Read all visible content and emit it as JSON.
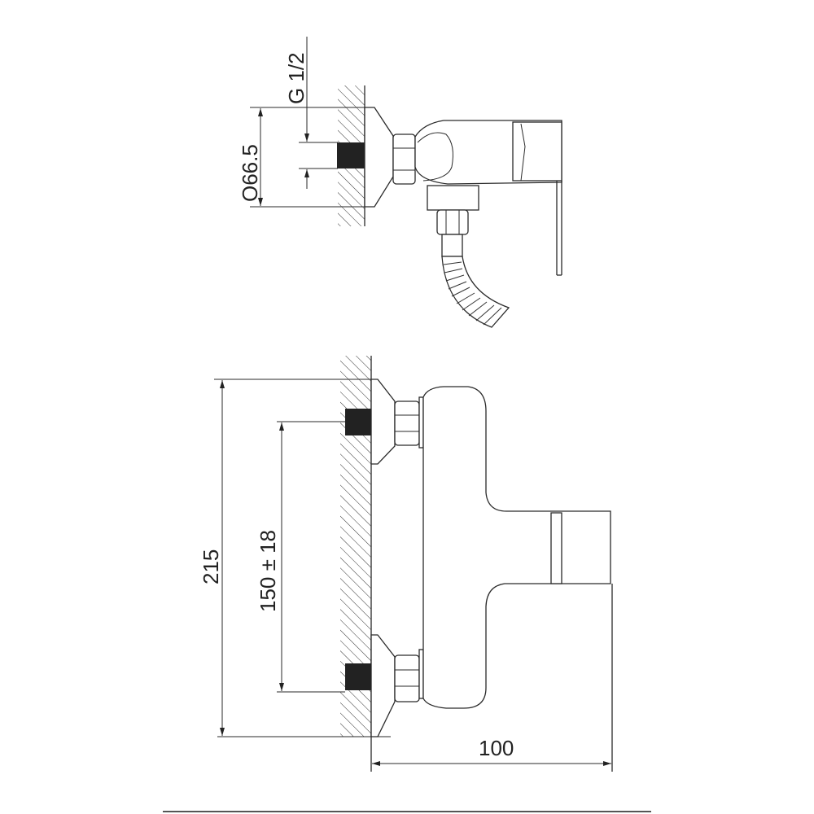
{
  "title": "Wall-mounted shower mixer dimension drawing",
  "top_view": {
    "thread_label": "G 1/2",
    "escutcheon_diameter_label": "O66.5"
  },
  "front_view": {
    "height_label": "215",
    "inlet_spacing_label": "150 ± 18",
    "depth_label": "100"
  },
  "colors": {
    "line": "#2a2a2a",
    "fill_block": "#222222"
  }
}
